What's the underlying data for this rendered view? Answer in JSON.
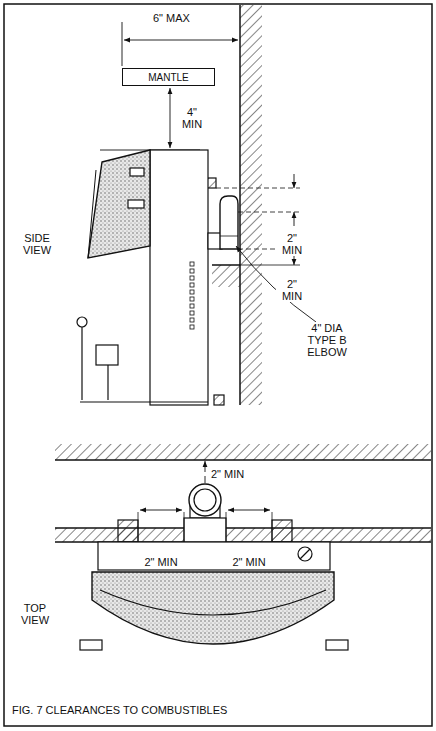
{
  "diagram": {
    "caption": "FIG. 7 CLEARANCES TO COMBUSTIBLES",
    "nodes": [
      {
        "text": [
          "MANTLE"
        ]
      }
    ],
    "labels": [
      "6\" MAX",
      "4\" MIN",
      "2\" MIN",
      "2\" MIN",
      "SIDE VIEW",
      "4\" DIA TYPE B ELBOW",
      "2\" MIN",
      "2\" MIN",
      "2\" MIN",
      "TOP VIEW"
    ]
  }
}
